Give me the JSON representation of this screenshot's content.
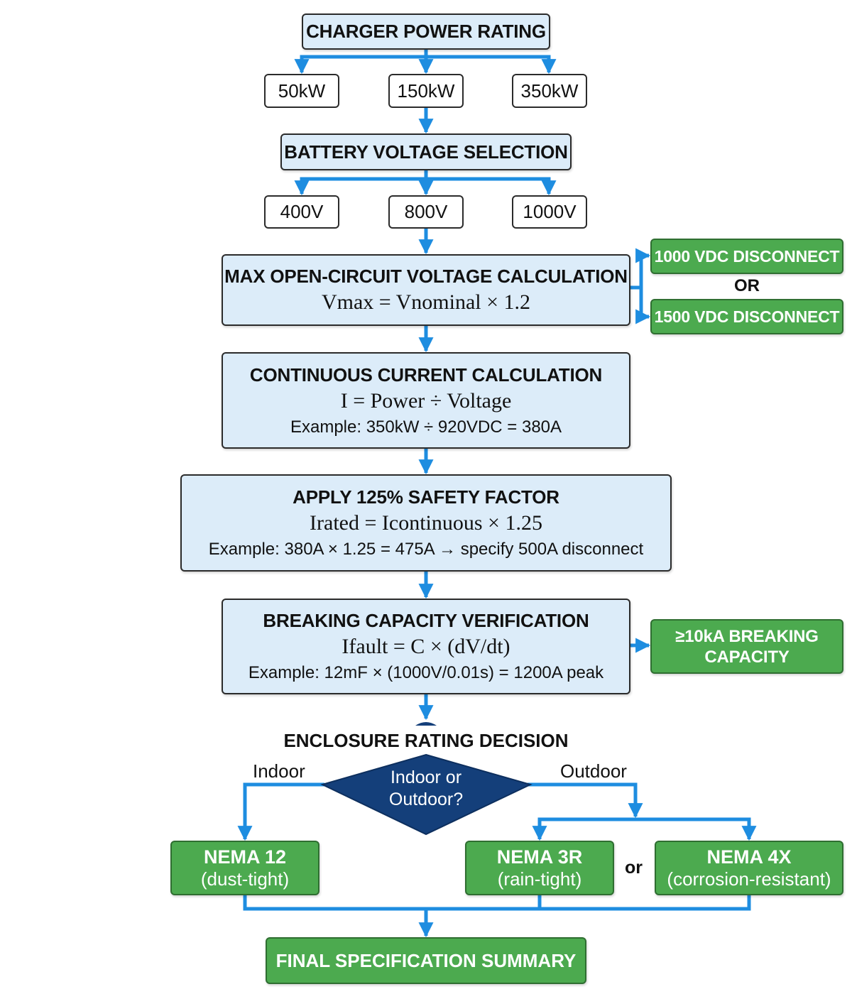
{
  "charger": {
    "title": "CHARGER POWER RATING",
    "options": [
      "50kW",
      "150kW",
      "350kW"
    ]
  },
  "battery": {
    "title": "BATTERY VOLTAGE SELECTION",
    "options": [
      "400V",
      "800V",
      "1000V"
    ]
  },
  "ocv": {
    "title": "MAX OPEN-CIRCUIT VOLTAGE CALCULATION",
    "formula": "Vmax = Vnominal × 1.2"
  },
  "disconnect": {
    "option_a": "1000 VDC DISCONNECT",
    "or": "OR",
    "option_b": "1500 VDC DISCONNECT"
  },
  "current": {
    "title": "CONTINUOUS CURRENT CALCULATION",
    "formula": "I = Power ÷ Voltage",
    "example": "Example: 350kW ÷ 920VDC = 380A"
  },
  "safety": {
    "title": "APPLY 125% SAFETY FACTOR",
    "formula": "Irated = Icontinuous × 1.25",
    "example": "Example: 380A × 1.25 = 475A → specify 500A disconnect"
  },
  "breaking": {
    "title": "BREAKING CAPACITY VERIFICATION",
    "formula": "Ifault = C × (dV/dt)",
    "example": "Example: 12mF × (1000V/0.01s) = 1200A peak",
    "result_line1": "≥10kA BREAKING",
    "result_line2": "CAPACITY"
  },
  "enclosure": {
    "title": "ENCLOSURE RATING DECISION",
    "question_line1": "Indoor or",
    "question_line2": "Outdoor?",
    "indoor_label": "Indoor",
    "outdoor_label": "Outdoor",
    "or": "or",
    "nema12": {
      "title": "NEMA 12",
      "sub": "(dust-tight)"
    },
    "nema3r": {
      "title": "NEMA 3R",
      "sub": "(rain-tight)"
    },
    "nema4x": {
      "title": "NEMA 4X",
      "sub": "(corrosion-resistant)"
    }
  },
  "final": {
    "title": "FINAL SPECIFICATION SUMMARY"
  },
  "colors": {
    "arrow": "#1e8de0",
    "header_fill": "#dcecf9",
    "green": "#4caa4f",
    "diamond": "#143f7a"
  }
}
